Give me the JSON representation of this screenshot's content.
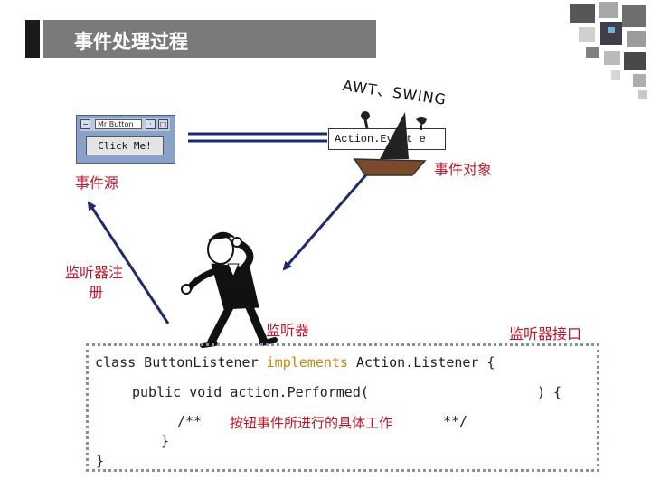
{
  "title": "事件处理过程",
  "awt_label": "AWT、SWING",
  "window": {
    "title": "Mr Button",
    "button_label": "Click Me!"
  },
  "event_object_text": "Action.Event e",
  "labels": {
    "event_source": "事件源",
    "event_object": "事件对象",
    "listener_register_line1": "监听器注",
    "listener_register_line2": "册",
    "listener": "监听器",
    "listener_interface": "监听器接口"
  },
  "code": {
    "line1_pre": "class ButtonListener ",
    "line1_kw": "implements",
    "line1_post": " Action.Listener {",
    "line2": "public void action.Performed(",
    "line2_end": ") {",
    "line3_open": "/**",
    "line3_text": "按钮事件所进行的具体工作",
    "line3_close": "**/",
    "line4": "}",
    "line5": "}"
  },
  "colors": {
    "title_bg": "#7a7a7a",
    "arrow_navy": "#1f2a6e",
    "label_red": "#c0162c",
    "keyword": "#c8860e"
  }
}
